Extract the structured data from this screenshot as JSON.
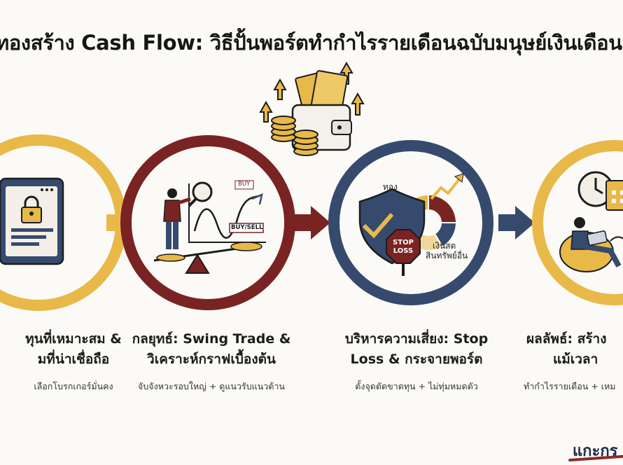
{
  "title": "ทองสร้าง Cash Flow: วิธีปั้นพอร์ตทำกำไรรายเดือนฉบับมนุษย์เงินเดือน",
  "steps": [
    {
      "title_line1": "ทุนที่เหมาะสม &",
      "title_line2": "มที่น่าเชื่อถือ",
      "subtitle": "เลือกโบรกเกอร์มั่นคง"
    },
    {
      "title_line1": "กลยุทธ์: Swing Trade &",
      "title_line2": "วิเคราะห์กราฟเบื้องต้น",
      "subtitle": "จับจังหวะรอบใหญ่ + ดูแนวรับแนวต้าน"
    },
    {
      "title_line1": "บริหารความเสี่ยง: Stop",
      "title_line2": "Loss & กระจายพอร์ต",
      "subtitle": "ตั้งจุดตัดขาดทุน + ไม่ทุ่มหมดตัว"
    },
    {
      "title_line1": "ผลลัพธ์: สร้าง",
      "title_line2": "แม้เวลา",
      "subtitle": "ทำกำไรรายเดือน + เหม"
    }
  ],
  "chart_labels": {
    "buy": "BUY",
    "buy_sell": "BUY/SELL"
  },
  "risk_labels": {
    "gold": "ทอง",
    "cash": "เงินสด",
    "other_assets": "สินทรัพย์อื่น",
    "stop_line1": "STOP",
    "stop_line2": "LOSS"
  },
  "brand": "แกะกร",
  "colors": {
    "gold": "#e8b949",
    "maroon": "#7a2323",
    "navy": "#364a6e",
    "ink": "#1c1c1c"
  }
}
